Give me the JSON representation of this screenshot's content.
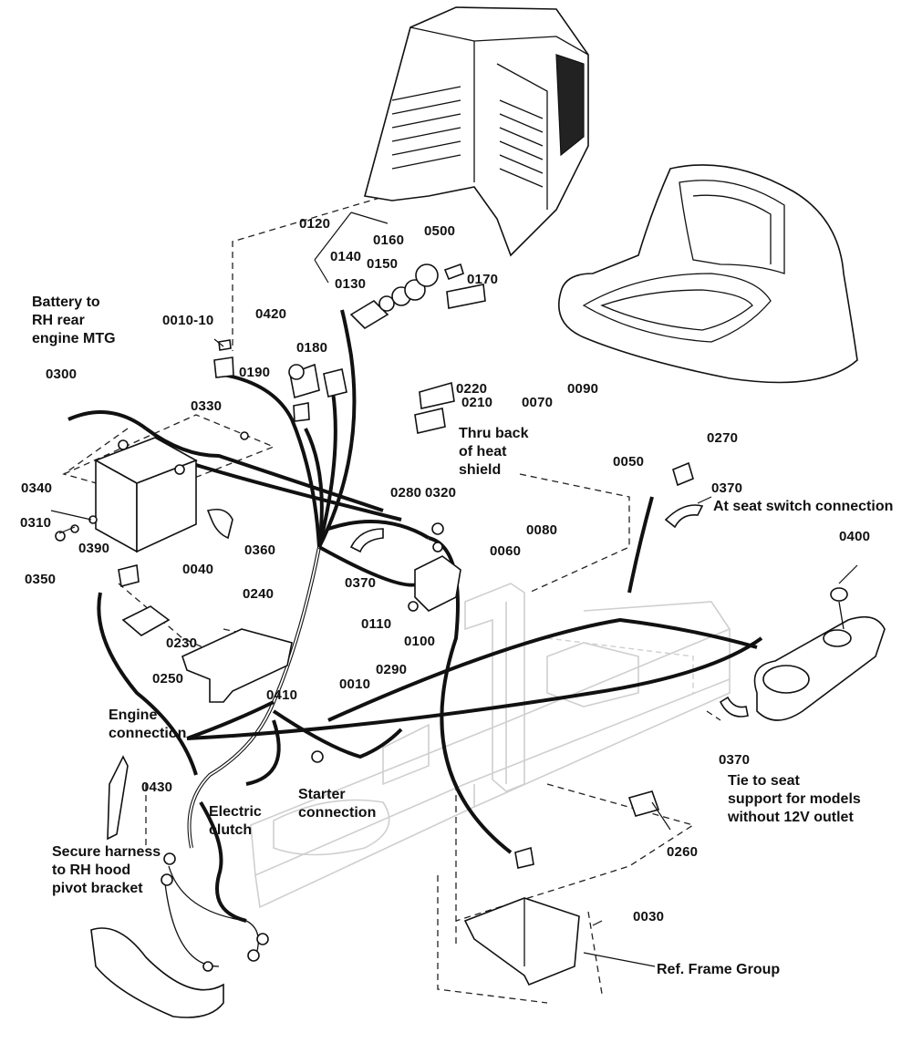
{
  "parts": {
    "p0010": "0010",
    "p0010_10": "0010-10",
    "p0030": "0030",
    "p0040": "0040",
    "p0050": "0050",
    "p0060": "0060",
    "p0070": "0070",
    "p0080": "0080",
    "p0090": "0090",
    "p0100": "0100",
    "p0110": "0110",
    "p0120": "0120",
    "p0130": "0130",
    "p0140": "0140",
    "p0150": "0150",
    "p0160": "0160",
    "p0170": "0170",
    "p0180": "0180",
    "p0190": "0190",
    "p0210": "0210",
    "p0220": "0220",
    "p0230": "0230",
    "p0240": "0240",
    "p0250": "0250",
    "p0260": "0260",
    "p0270": "0270",
    "p0280": "0280",
    "p0290": "0290",
    "p0300": "0300",
    "p0310": "0310",
    "p0320": "0320",
    "p0330": "0330",
    "p0340": "0340",
    "p0350": "0350",
    "p0360": "0360",
    "p0370_a": "0370",
    "p0370_b": "0370",
    "p0370_c": "0370",
    "p0390": "0390",
    "p0400": "0400",
    "p0410": "0410",
    "p0420": "0420",
    "p0430": "0430",
    "p0500": "0500"
  },
  "notes": {
    "battery": "Battery to\nRH rear\nengine MTG",
    "heat_shield": "Thru back\nof heat\nshield",
    "seat_switch": "At seat switch connection",
    "engine": "Engine\nconnection",
    "electric_clutch": "Electric\nclutch",
    "starter": "Starter\nconnection",
    "seat_support": "Tie to seat\nsupport for models\nwithout 12V outlet",
    "hood_pivot": "Secure harness\nto RH hood\npivot bracket",
    "frame_group": "Ref. Frame Group"
  }
}
